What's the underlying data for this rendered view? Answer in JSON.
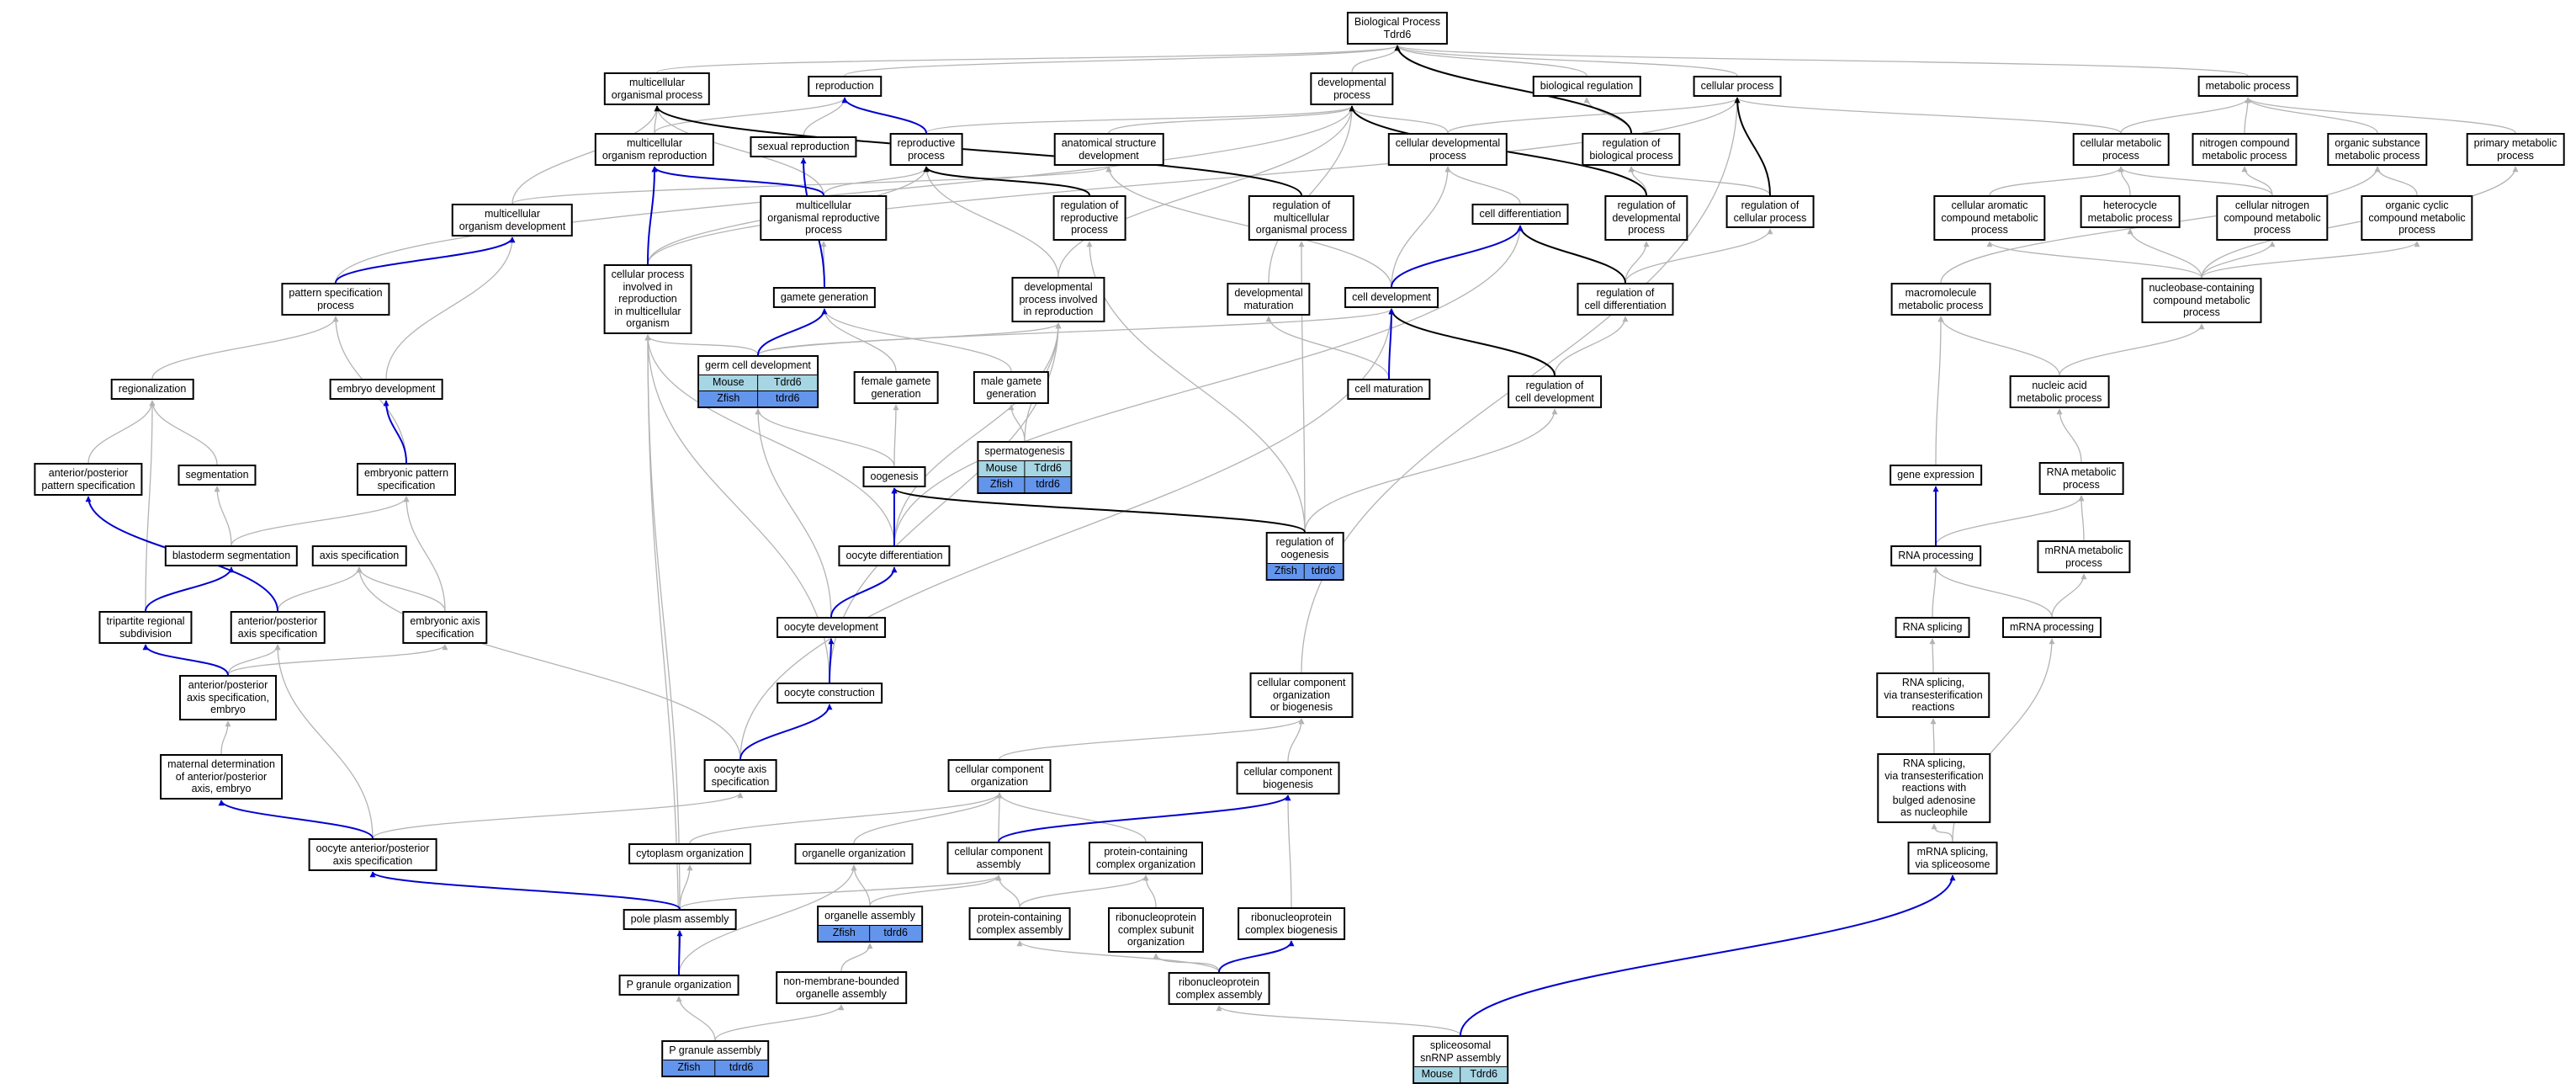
{
  "colors": {
    "edge_default": "#b3b3b3",
    "edge_black": "#000000",
    "edge_blue": "#0000d0",
    "mouse_cell": "#a6d5e3",
    "zfish_cell": "#6495ed"
  },
  "nodes": [
    {
      "id": "bp",
      "label": "Biological Process\nTdrd6"
    },
    {
      "id": "mop",
      "label": "multicellular\norganismal process"
    },
    {
      "id": "repro",
      "label": "reproduction"
    },
    {
      "id": "devp",
      "label": "developmental\nprocess"
    },
    {
      "id": "bioreg",
      "label": "biological regulation"
    },
    {
      "id": "cellp",
      "label": "cellular process"
    },
    {
      "id": "metp",
      "label": "metabolic process"
    },
    {
      "id": "mor",
      "label": "multicellular\norganism reproduction"
    },
    {
      "id": "sexrep",
      "label": "sexual reproduction"
    },
    {
      "id": "repp",
      "label": "reproductive\nprocess"
    },
    {
      "id": "asd",
      "label": "anatomical structure\ndevelopment"
    },
    {
      "id": "celldevp",
      "label": "cellular developmental\nprocess"
    },
    {
      "id": "regbio",
      "label": "regulation of\nbiological process"
    },
    {
      "id": "cmp",
      "label": "cellular metabolic\nprocess"
    },
    {
      "id": "ncmp",
      "label": "nitrogen compound\nmetabolic process"
    },
    {
      "id": "osmp",
      "label": "organic substance\nmetabolic process"
    },
    {
      "id": "pmp",
      "label": "primary metabolic\nprocess"
    },
    {
      "id": "mod",
      "label": "multicellular\norganism development"
    },
    {
      "id": "morp",
      "label": "multicellular\norganismal reproductive\nprocess"
    },
    {
      "id": "regrep",
      "label": "regulation of\nreproductive\nprocess"
    },
    {
      "id": "regmop",
      "label": "regulation of\nmulticellular\norganismal process"
    },
    {
      "id": "celldiff",
      "label": "cell differentiation"
    },
    {
      "id": "regdev",
      "label": "regulation of\ndevelopmental\nprocess"
    },
    {
      "id": "regcp",
      "label": "regulation of\ncellular process"
    },
    {
      "id": "cacmp",
      "label": "cellular aromatic\ncompound metabolic\nprocess"
    },
    {
      "id": "hmp",
      "label": "heterocycle\nmetabolic process"
    },
    {
      "id": "cncmp",
      "label": "cellular nitrogen\ncompound metabolic\nprocess"
    },
    {
      "id": "occmp",
      "label": "organic cyclic\ncompound metabolic\nprocess"
    },
    {
      "id": "psp",
      "label": "pattern specification\nprocess"
    },
    {
      "id": "cpirep",
      "label": "cellular process\ninvolved in\nreproduction\nin multicellular\norganism"
    },
    {
      "id": "gamgen",
      "label": "gamete generation"
    },
    {
      "id": "dpir",
      "label": "developmental\nprocess involved\nin reproduction"
    },
    {
      "id": "devmat",
      "label": "developmental\nmaturation"
    },
    {
      "id": "celldev",
      "label": "cell development"
    },
    {
      "id": "regcd",
      "label": "regulation of\ncell differentiation"
    },
    {
      "id": "mmp",
      "label": "macromolecule\nmetabolic process"
    },
    {
      "id": "nbccmp",
      "label": "nucleobase-containing\ncompound metabolic\nprocess"
    },
    {
      "id": "region",
      "label": "regionalization"
    },
    {
      "id": "embdev",
      "label": "embryo development"
    },
    {
      "id": "fgg",
      "label": "female gamete\ngeneration"
    },
    {
      "id": "mgg",
      "label": "male gamete\ngeneration"
    },
    {
      "id": "cellmat",
      "label": "cell maturation"
    },
    {
      "id": "regcdev",
      "label": "regulation of\ncell development"
    },
    {
      "id": "namp",
      "label": "nucleic acid\nmetabolic process"
    },
    {
      "id": "apps",
      "label": "anterior/posterior\npattern specification"
    },
    {
      "id": "segm",
      "label": "segmentation"
    },
    {
      "id": "embps",
      "label": "embryonic pattern\nspecification"
    },
    {
      "id": "oogen",
      "label": "oogenesis"
    },
    {
      "id": "genexp",
      "label": "gene expression"
    },
    {
      "id": "rnamp",
      "label": "RNA metabolic\nprocess"
    },
    {
      "id": "blastseg",
      "label": "blastoderm segmentation"
    },
    {
      "id": "axspec",
      "label": "axis specification"
    },
    {
      "id": "oocdiff",
      "label": "oocyte differentiation"
    },
    {
      "id": "rnaproc",
      "label": "RNA processing"
    },
    {
      "id": "mrnamp",
      "label": "mRNA metabolic\nprocess"
    },
    {
      "id": "trs",
      "label": "tripartite regional\nsubdivision"
    },
    {
      "id": "apas",
      "label": "anterior/posterior\naxis specification"
    },
    {
      "id": "eas",
      "label": "embryonic axis\nspecification"
    },
    {
      "id": "oocdev",
      "label": "oocyte development"
    },
    {
      "id": "rnaspl",
      "label": "RNA splicing"
    },
    {
      "id": "mrnaproc",
      "label": "mRNA processing"
    },
    {
      "id": "apase",
      "label": "anterior/posterior\naxis specification,\nembryo"
    },
    {
      "id": "oocconst",
      "label": "oocyte construction"
    },
    {
      "id": "ccob",
      "label": "cellular component\norganization\nor biogenesis"
    },
    {
      "id": "rnasplt",
      "label": "RNA splicing,\nvia transesterification\nreactions"
    },
    {
      "id": "mdap",
      "label": "maternal determination\nof anterior/posterior\naxis, embryo"
    },
    {
      "id": "oas",
      "label": "oocyte axis\nspecification"
    },
    {
      "id": "cco",
      "label": "cellular component\norganization"
    },
    {
      "id": "ccb",
      "label": "cellular component\nbiogenesis"
    },
    {
      "id": "rnasplb",
      "label": "RNA splicing,\nvia transesterification\nreactions with\nbulged adenosine\nas nucleophile"
    },
    {
      "id": "oapas",
      "label": "oocyte anterior/posterior\naxis specification"
    },
    {
      "id": "cytorg",
      "label": "cytoplasm organization"
    },
    {
      "id": "orgorg",
      "label": "organelle organization"
    },
    {
      "id": "cca",
      "label": "cellular component\nassembly"
    },
    {
      "id": "pcco",
      "label": "protein-containing\ncomplex organization"
    },
    {
      "id": "mrnaspl",
      "label": "mRNA splicing,\nvia spliceosome"
    },
    {
      "id": "ppa",
      "label": "pole plasm assembly"
    },
    {
      "id": "pcca",
      "label": "protein-containing\ncomplex assembly"
    },
    {
      "id": "rpcso",
      "label": "ribonucleoprotein\ncomplex subunit\norganization"
    },
    {
      "id": "rpcb",
      "label": "ribonucleoprotein\ncomplex biogenesis"
    },
    {
      "id": "pgo",
      "label": "P granule organization"
    },
    {
      "id": "nmboa",
      "label": "non-membrane-bounded\norganelle assembly"
    },
    {
      "id": "rpca",
      "label": "ribonucleoprotein\ncomplex assembly"
    }
  ],
  "tables": [
    {
      "id": "gcd",
      "label": "germ cell development",
      "rows": [
        [
          {
            "t": "Mouse",
            "c": "mouse"
          },
          {
            "t": "Tdrd6",
            "c": "mouse"
          }
        ],
        [
          {
            "t": "Zfish",
            "c": "zfish"
          },
          {
            "t": "tdrd6",
            "c": "zfish"
          }
        ]
      ]
    },
    {
      "id": "sperm",
      "label": "spermatogenesis",
      "rows": [
        [
          {
            "t": "Mouse",
            "c": "mouse"
          },
          {
            "t": "Tdrd6",
            "c": "mouse"
          }
        ],
        [
          {
            "t": "Zfish",
            "c": "zfish"
          },
          {
            "t": "tdrd6",
            "c": "zfish"
          }
        ]
      ]
    },
    {
      "id": "regoog",
      "label": "regulation of\noogenesis",
      "rows": [
        [
          {
            "t": "Zfish",
            "c": "zfish"
          },
          {
            "t": "tdrd6",
            "c": "zfish"
          }
        ]
      ]
    },
    {
      "id": "orgasm",
      "label": "organelle assembly",
      "rows": [
        [
          {
            "t": "Zfish",
            "c": "zfish"
          },
          {
            "t": "tdrd6",
            "c": "zfish"
          }
        ]
      ]
    },
    {
      "id": "pga",
      "label": "P granule assembly",
      "rows": [
        [
          {
            "t": "Zfish",
            "c": "zfish"
          },
          {
            "t": "tdrd6",
            "c": "zfish"
          }
        ]
      ]
    },
    {
      "id": "snrnp",
      "label": "spliceosomal\nsnRNP assembly",
      "rows": [
        [
          {
            "t": "Mouse",
            "c": "mouse"
          },
          {
            "t": "Tdrd6",
            "c": "mouse"
          }
        ]
      ]
    }
  ],
  "edges": [
    [
      "mop",
      "bp",
      "g"
    ],
    [
      "repro",
      "bp",
      "g"
    ],
    [
      "devp",
      "bp",
      "g"
    ],
    [
      "bioreg",
      "bp",
      "g"
    ],
    [
      "cellp",
      "bp",
      "g"
    ],
    [
      "metp",
      "bp",
      "g"
    ],
    [
      "regbio",
      "bp",
      "k"
    ],
    [
      "repp",
      "repro",
      "b"
    ],
    [
      "repp",
      "devp",
      "g"
    ],
    [
      "mor",
      "mop",
      "g"
    ],
    [
      "mor",
      "repro",
      "g"
    ],
    [
      "sexrep",
      "repro",
      "g"
    ],
    [
      "asd",
      "devp",
      "g"
    ],
    [
      "celldevp",
      "devp",
      "g"
    ],
    [
      "celldevp",
      "cellp",
      "g"
    ],
    [
      "regbio",
      "bioreg",
      "g"
    ],
    [
      "regmop",
      "mop",
      "k"
    ],
    [
      "regrep",
      "repp",
      "k"
    ],
    [
      "regdev",
      "regbio",
      "g"
    ],
    [
      "regdev",
      "devp",
      "k"
    ],
    [
      "regcp",
      "regbio",
      "g"
    ],
    [
      "regcp",
      "cellp",
      "k"
    ],
    [
      "morp",
      "mor",
      "b"
    ],
    [
      "morp",
      "repp",
      "g"
    ],
    [
      "morp",
      "mop",
      "g"
    ],
    [
      "mod",
      "mop",
      "g"
    ],
    [
      "mod",
      "asd",
      "g"
    ],
    [
      "cmp",
      "metp",
      "g"
    ],
    [
      "cmp",
      "cellp",
      "g"
    ],
    [
      "ncmp",
      "metp",
      "g"
    ],
    [
      "osmp",
      "metp",
      "g"
    ],
    [
      "pmp",
      "metp",
      "g"
    ],
    [
      "cacmp",
      "cmp",
      "g"
    ],
    [
      "hmp",
      "cmp",
      "g"
    ],
    [
      "cncmp",
      "ncmp",
      "g"
    ],
    [
      "cncmp",
      "cmp",
      "g"
    ],
    [
      "occmp",
      "osmp",
      "g"
    ],
    [
      "nbccmp",
      "cacmp",
      "g"
    ],
    [
      "nbccmp",
      "hmp",
      "g"
    ],
    [
      "nbccmp",
      "cncmp",
      "g"
    ],
    [
      "nbccmp",
      "occmp",
      "g"
    ],
    [
      "nbccmp",
      "pmp",
      "g"
    ],
    [
      "psp",
      "mod",
      "b"
    ],
    [
      "psp",
      "devp",
      "g"
    ],
    [
      "cpirep",
      "mor",
      "b"
    ],
    [
      "cpirep",
      "cellp",
      "g"
    ],
    [
      "cpirep",
      "repp",
      "g"
    ],
    [
      "gamgen",
      "sexrep",
      "b"
    ],
    [
      "gamgen",
      "morp",
      "g"
    ],
    [
      "dpir",
      "repp",
      "g"
    ],
    [
      "dpir",
      "devp",
      "g"
    ],
    [
      "devmat",
      "devp",
      "g"
    ],
    [
      "celldiff",
      "celldevp",
      "g"
    ],
    [
      "celldev",
      "celldiff",
      "b"
    ],
    [
      "celldev",
      "asd",
      "g"
    ],
    [
      "celldev",
      "celldevp",
      "g"
    ],
    [
      "regcd",
      "celldiff",
      "k"
    ],
    [
      "regcd",
      "regdev",
      "g"
    ],
    [
      "regcd",
      "regcp",
      "g"
    ],
    [
      "mmp",
      "osmp",
      "g"
    ],
    [
      "namp",
      "nbccmp",
      "g"
    ],
    [
      "namp",
      "mmp",
      "g"
    ],
    [
      "region",
      "psp",
      "g"
    ],
    [
      "embdev",
      "mod",
      "g"
    ],
    [
      "apps",
      "region",
      "g"
    ],
    [
      "segm",
      "region",
      "g"
    ],
    [
      "embps",
      "psp",
      "g"
    ],
    [
      "embps",
      "embdev",
      "b"
    ],
    [
      "blastseg",
      "segm",
      "g"
    ],
    [
      "blastseg",
      "embps",
      "g"
    ],
    [
      "trs",
      "blastseg",
      "b"
    ],
    [
      "trs",
      "region",
      "g"
    ],
    [
      "apas",
      "axspec",
      "g"
    ],
    [
      "apas",
      "apps",
      "b"
    ],
    [
      "eas",
      "axspec",
      "g"
    ],
    [
      "eas",
      "embps",
      "g"
    ],
    [
      "apase",
      "trs",
      "b"
    ],
    [
      "apase",
      "apas",
      "g"
    ],
    [
      "apase",
      "eas",
      "g"
    ],
    [
      "mdap",
      "apase",
      "g"
    ],
    [
      "oapas",
      "mdap",
      "b"
    ],
    [
      "oapas",
      "apas",
      "g"
    ],
    [
      "oapas",
      "oas",
      "g"
    ],
    [
      "gcd",
      "gamgen",
      "b"
    ],
    [
      "gcd",
      "celldev",
      "g"
    ],
    [
      "gcd",
      "dpir",
      "g"
    ],
    [
      "gcd",
      "cpirep",
      "g"
    ],
    [
      "fgg",
      "gamgen",
      "g"
    ],
    [
      "mgg",
      "gamgen",
      "g"
    ],
    [
      "sperm",
      "mgg",
      "g"
    ],
    [
      "sperm",
      "dpir",
      "g"
    ],
    [
      "oogen",
      "fgg",
      "g"
    ],
    [
      "oogen",
      "gcd",
      "g"
    ],
    [
      "oocdiff",
      "oogen",
      "b"
    ],
    [
      "oocdiff",
      "celldiff",
      "g"
    ],
    [
      "oocdiff",
      "dpir",
      "g"
    ],
    [
      "oocdiff",
      "cpirep",
      "g"
    ],
    [
      "oocdev",
      "oocdiff",
      "b"
    ],
    [
      "oocdev",
      "gcd",
      "g"
    ],
    [
      "oocconst",
      "oocdev",
      "b"
    ],
    [
      "oocconst",
      "dpir",
      "g"
    ],
    [
      "oocconst",
      "cpirep",
      "g"
    ],
    [
      "oas",
      "oocconst",
      "b"
    ],
    [
      "oas",
      "axspec",
      "g"
    ],
    [
      "oas",
      "celldev",
      "g"
    ],
    [
      "regoog",
      "oogen",
      "k"
    ],
    [
      "regoog",
      "regrep",
      "g"
    ],
    [
      "regoog",
      "regmop",
      "g"
    ],
    [
      "regoog",
      "regcdev",
      "g"
    ],
    [
      "regcdev",
      "celldev",
      "k"
    ],
    [
      "regcdev",
      "regcd",
      "g"
    ],
    [
      "cellmat",
      "celldev",
      "b"
    ],
    [
      "cellmat",
      "devmat",
      "g"
    ],
    [
      "genexp",
      "mmp",
      "g"
    ],
    [
      "rnamp",
      "namp",
      "g"
    ],
    [
      "rnaproc",
      "genexp",
      "b"
    ],
    [
      "rnaproc",
      "rnamp",
      "g"
    ],
    [
      "mrnamp",
      "rnamp",
      "g"
    ],
    [
      "rnaspl",
      "rnaproc",
      "g"
    ],
    [
      "mrnaproc",
      "rnaproc",
      "g"
    ],
    [
      "mrnaproc",
      "mrnamp",
      "g"
    ],
    [
      "rnasplt",
      "rnaspl",
      "g"
    ],
    [
      "rnasplb",
      "rnasplt",
      "g"
    ],
    [
      "mrnaspl",
      "rnasplb",
      "g"
    ],
    [
      "mrnaspl",
      "mrnaproc",
      "g"
    ],
    [
      "ccob",
      "cellp",
      "g"
    ],
    [
      "cco",
      "ccob",
      "g"
    ],
    [
      "ccb",
      "ccob",
      "g"
    ],
    [
      "cca",
      "cco",
      "g"
    ],
    [
      "cca",
      "ccb",
      "b"
    ],
    [
      "cytorg",
      "cco",
      "g"
    ],
    [
      "orgorg",
      "cco",
      "g"
    ],
    [
      "pcco",
      "cco",
      "g"
    ],
    [
      "orgasm",
      "orgorg",
      "g"
    ],
    [
      "orgasm",
      "cca",
      "g"
    ],
    [
      "pcca",
      "pcco",
      "g"
    ],
    [
      "pcca",
      "cca",
      "g"
    ],
    [
      "rpcso",
      "pcco",
      "g"
    ],
    [
      "rpcb",
      "ccb",
      "g"
    ],
    [
      "ppa",
      "oapas",
      "b"
    ],
    [
      "ppa",
      "cytorg",
      "g"
    ],
    [
      "ppa",
      "cca",
      "g"
    ],
    [
      "ppa",
      "cpirep",
      "g"
    ],
    [
      "pgo",
      "ppa",
      "b"
    ],
    [
      "pgo",
      "cpirep",
      "g"
    ],
    [
      "pgo",
      "orgorg",
      "g"
    ],
    [
      "nmboa",
      "orgasm",
      "g"
    ],
    [
      "rpca",
      "rpcb",
      "b"
    ],
    [
      "rpca",
      "pcca",
      "g"
    ],
    [
      "rpca",
      "rpcso",
      "g"
    ],
    [
      "pga",
      "pgo",
      "g"
    ],
    [
      "pga",
      "nmboa",
      "g"
    ],
    [
      "snrnp",
      "rpca",
      "g"
    ],
    [
      "snrnp",
      "mrnaspl",
      "b"
    ]
  ]
}
